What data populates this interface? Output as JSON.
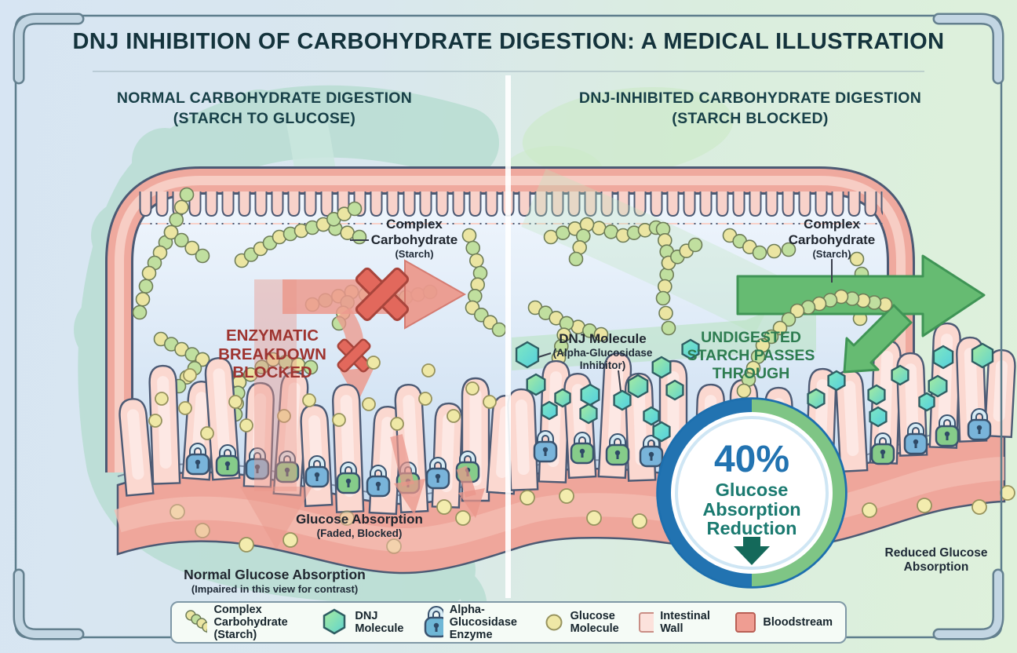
{
  "title": "DNJ INHIBITION OF CARBOHYDRATE DIGESTION: A MEDICAL ILLUSTRATION",
  "panels": {
    "left": {
      "heading": "NORMAL CARBOHYDRATE DIGESTION",
      "subheading": "(STARCH TO GLUCOSE)"
    },
    "right": {
      "heading": "DNJ-INHIBITED CARBOHYDRATE DIGESTION",
      "subheading": "(STARCH BLOCKED)"
    }
  },
  "annotations": {
    "complex_carb_left": {
      "l1": "Complex",
      "l2": "Carbohydrate",
      "l3": "(Starch)"
    },
    "complex_carb_right": {
      "l1": "Complex",
      "l2": "Carbohydrate",
      "l3": "(Starch)"
    },
    "enzymatic": {
      "l1": "ENZYMATIC",
      "l2": "BREAKDOWN",
      "l3": "BLOCKED"
    },
    "dnj": {
      "l1": "DNJ Molecule",
      "l2": "(Alpha-Glucosidase",
      "l3": "Inhibitor)"
    },
    "undigested": {
      "l1": "UNDIGESTED",
      "l2": "STARCH PASSES",
      "l3": "THROUGH"
    },
    "glucose_faded": {
      "l1": "Glucose Absorption",
      "l2": "(Faded, Blocked)"
    },
    "normal_absorption": {
      "l1": "Normal Glucose Absorption",
      "l2": "(Impaired in this view for contrast)"
    },
    "reduced_absorption": {
      "l1": "Reduced Glucose",
      "l2": "Absorption"
    }
  },
  "badge": {
    "value": "40%",
    "l1": "Glucose",
    "l2": "Absorption",
    "l3": "Reduction"
  },
  "legend": {
    "items": [
      {
        "name": "complex-carbohydrate",
        "l1": "Complex Carbohydrate",
        "l2": "(Starch)"
      },
      {
        "name": "dnj-molecule",
        "l1": "DNJ",
        "l2": "Molecule"
      },
      {
        "name": "alpha-glucosidase-enzyme",
        "l1": "Alpha-Glucosidase",
        "l2": "Enzyme"
      },
      {
        "name": "glucose-molecule",
        "l1": "Glucose",
        "l2": "Molecule"
      },
      {
        "name": "intestinal-wall",
        "l1": "Intestinal Wall",
        "l2": ""
      },
      {
        "name": "bloodstream",
        "l1": "Bloodstream",
        "l2": ""
      }
    ]
  },
  "colors": {
    "title_text": "#14333c",
    "blocked_red_text": "#9e3430",
    "pass_green_text": "#2d7c50",
    "badge_blue": "#2273b1",
    "badge_teal": "#1a7a70",
    "arrow_red": "#ec9a8e",
    "arrow_green": "#66bb72",
    "intestinal_wall": "#efa99e",
    "bloodstream": "#efa69b",
    "glucose_yellow": "#efe8a6",
    "starch_green": "#c0df9f",
    "dnj_hex_green": "#8ce6a0",
    "dnj_hex_teal": "#5fd3cf"
  }
}
